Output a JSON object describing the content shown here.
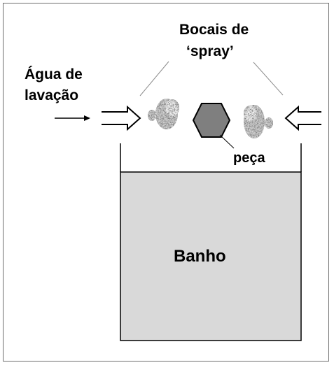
{
  "labels": {
    "wash_water_line1": "Água de",
    "wash_water_line2": "lavação",
    "nozzles_line1": "Bocais de",
    "nozzles_line2": "‘spray’",
    "piece": "peça",
    "bath": "Banho"
  },
  "colors": {
    "border": "#6e6e6e",
    "bath_fill": "#d9d9d9",
    "piece_fill": "#7f7f7f",
    "line": "#000000",
    "leader": "#8c8c8c"
  }
}
